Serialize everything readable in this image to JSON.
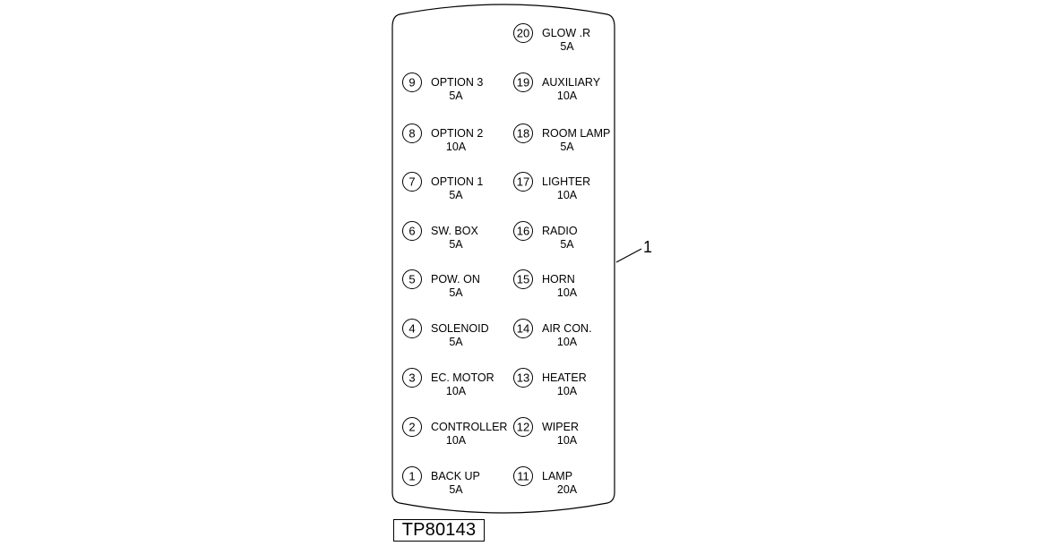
{
  "callout_label": "1",
  "figure_id": "TP80143",
  "fuses_left": [
    {
      "number": "9",
      "name": "OPTION 3",
      "rating": "5A"
    },
    {
      "number": "8",
      "name": "OPTION 2",
      "rating": "10A"
    },
    {
      "number": "7",
      "name": "OPTION 1",
      "rating": "5A"
    },
    {
      "number": "6",
      "name": "SW. BOX",
      "rating": "5A"
    },
    {
      "number": "5",
      "name": "POW. ON",
      "rating": "5A"
    },
    {
      "number": "4",
      "name": "SOLENOID",
      "rating": "5A"
    },
    {
      "number": "3",
      "name": "EC. MOTOR",
      "rating": "10A"
    },
    {
      "number": "2",
      "name": "CONTROLLER",
      "rating": "10A"
    },
    {
      "number": "1",
      "name": "BACK UP",
      "rating": "5A"
    }
  ],
  "fuses_right": [
    {
      "number": "20",
      "name": "GLOW .R",
      "rating": "5A"
    },
    {
      "number": "19",
      "name": "AUXILIARY",
      "rating": "10A"
    },
    {
      "number": "18",
      "name": "ROOM LAMP",
      "rating": "5A"
    },
    {
      "number": "17",
      "name": "LIGHTER",
      "rating": "10A"
    },
    {
      "number": "16",
      "name": "RADIO",
      "rating": "5A"
    },
    {
      "number": "15",
      "name": "HORN",
      "rating": "10A"
    },
    {
      "number": "14",
      "name": "AIR CON.",
      "rating": "10A"
    },
    {
      "number": "13",
      "name": "HEATER",
      "rating": "10A"
    },
    {
      "number": "12",
      "name": "WIPER",
      "rating": "10A"
    },
    {
      "number": "11",
      "name": "LAMP",
      "rating": "20A"
    }
  ]
}
